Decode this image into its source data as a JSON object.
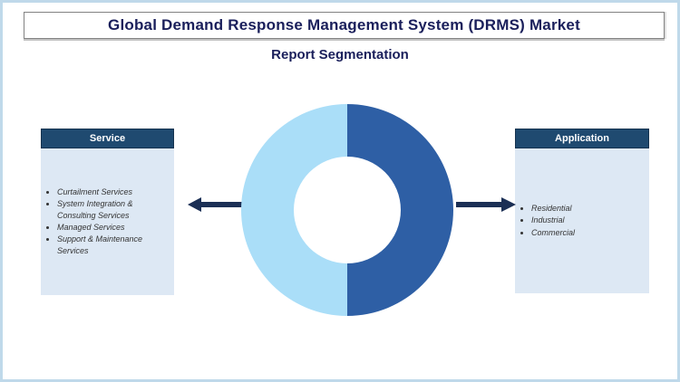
{
  "page": {
    "title": "Global Demand Response Management System (DRMS) Market",
    "subtitle": "Report Segmentation"
  },
  "left_panel": {
    "header": "Service",
    "items": [
      "Curtailment Services",
      "System Integration & Consulting Services",
      "Managed Services",
      "Support & Maintenance Services"
    ]
  },
  "right_panel": {
    "header": "Application",
    "items": [
      "Residential",
      "Industrial",
      "Commercial"
    ]
  },
  "chart_data": {
    "type": "pie",
    "donut": true,
    "slices": [
      {
        "label": "Service",
        "value": 50,
        "color": "#aadef8"
      },
      {
        "label": "Application",
        "value": 50,
        "color": "#2e5fa5"
      }
    ],
    "title": "",
    "legend": "none",
    "data_labels": "none"
  },
  "colors": {
    "page_border": "#bfd9ea",
    "title_text": "#1a1f5b",
    "panel_header_bg": "#1f4a70",
    "panel_header_border": "#16334f",
    "panel_body_bg": "#dde8f4",
    "list_text": "#333333",
    "arrow": "#1b2f55"
  }
}
